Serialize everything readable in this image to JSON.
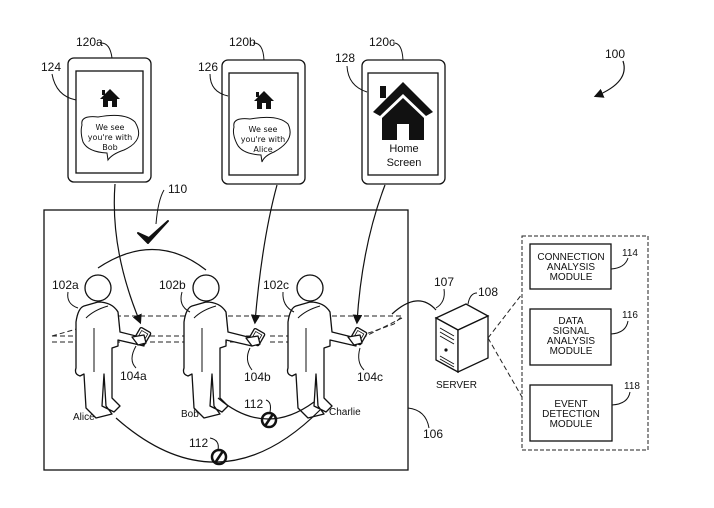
{
  "figure_ref": "100",
  "devices": [
    {
      "ref": "120a",
      "screen_ref": "124",
      "icon": "home-icon",
      "message": [
        "We see",
        "you're with",
        "Bob"
      ]
    },
    {
      "ref": "120b",
      "screen_ref": "126",
      "icon": "home-icon",
      "message": [
        "We see",
        "you're with",
        "Alice"
      ]
    },
    {
      "ref": "120c",
      "screen_ref": "128",
      "icon": "home-icon-large",
      "message": [
        "Home",
        "Screen"
      ]
    }
  ],
  "environment": {
    "ref": "106",
    "connection_ok_ref": "110",
    "connection_ok_icon": "checkmark-icon",
    "blocked_ref": "112",
    "blocked_icon": "prohibited-icon"
  },
  "people": [
    {
      "ref": "102a",
      "name": "Alice",
      "device_ref": "104a"
    },
    {
      "ref": "102b",
      "name": "Bob",
      "device_ref": "104b"
    },
    {
      "ref": "102c",
      "name": "Charlie",
      "device_ref": "104c"
    }
  ],
  "server": {
    "ref": "108",
    "link_ref": "107",
    "label": "SERVER"
  },
  "modules": [
    {
      "ref": "114",
      "lines": [
        "CONNECTION",
        "ANALYSIS",
        "MODULE"
      ]
    },
    {
      "ref": "116",
      "lines": [
        "DATA",
        "SIGNAL",
        "ANALYSIS",
        "MODULE"
      ]
    },
    {
      "ref": "118",
      "lines": [
        "EVENT",
        "DETECTION",
        "MODULE"
      ]
    }
  ]
}
